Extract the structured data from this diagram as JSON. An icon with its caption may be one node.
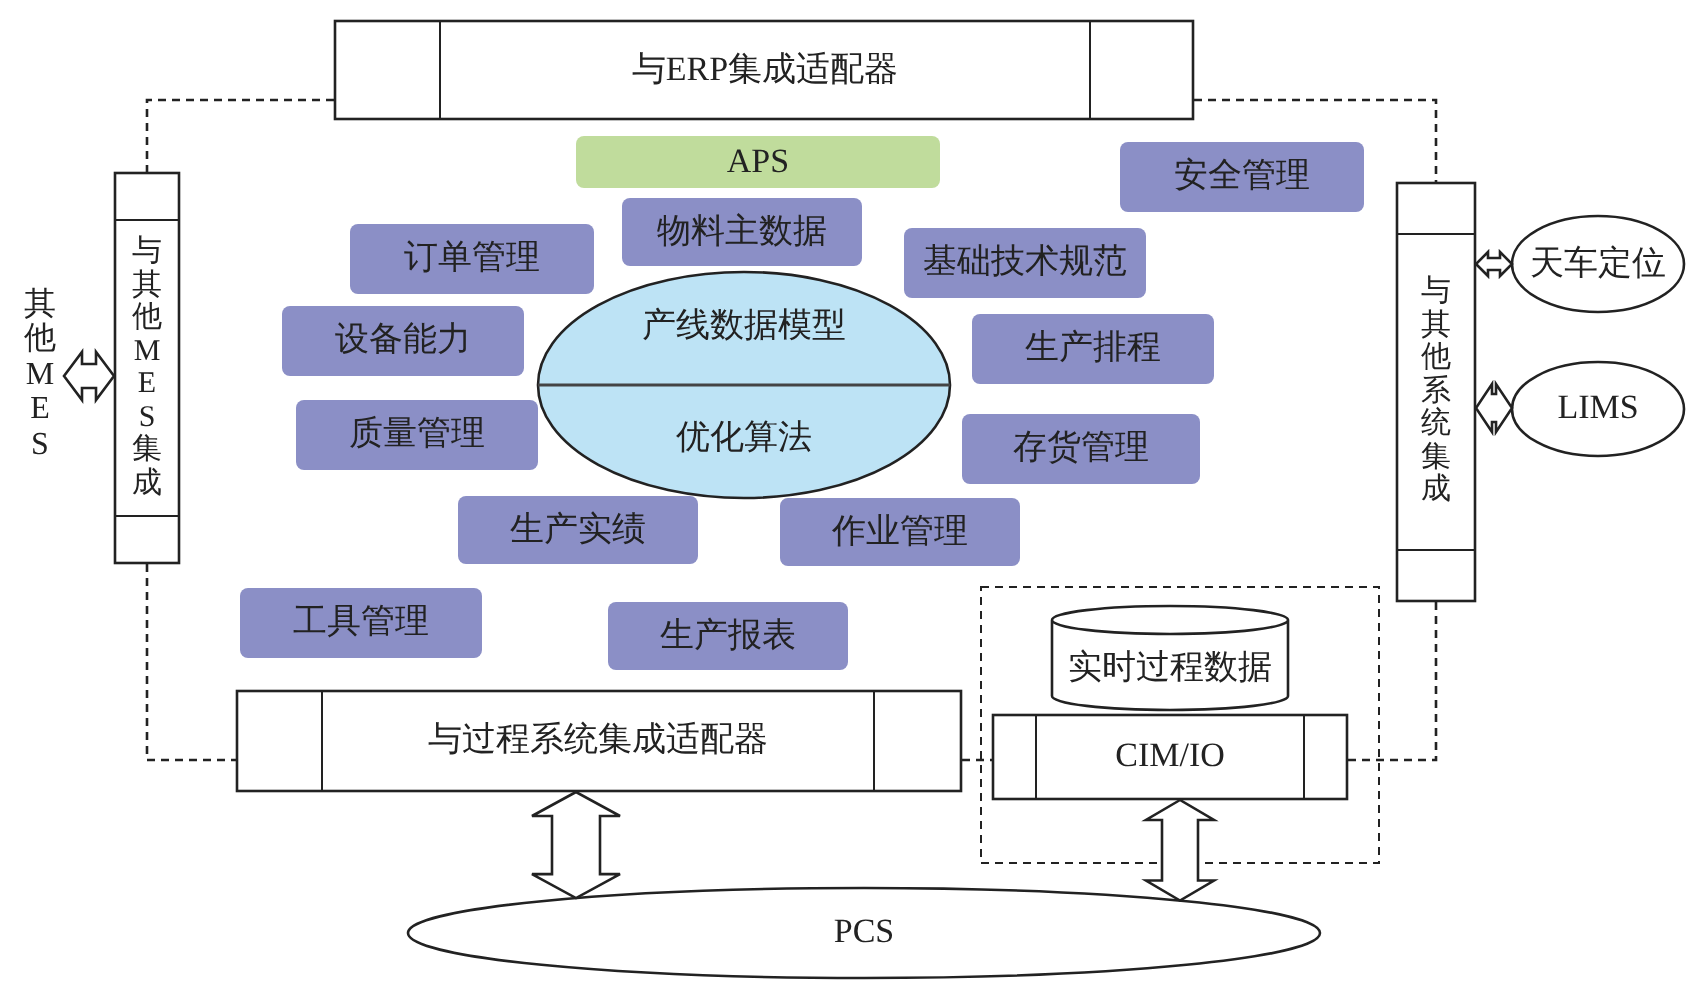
{
  "diagram": {
    "nodes": [
      {
        "text": [
          "与ERP集成适配器"
        ]
      },
      {
        "text": [
          "APS"
        ]
      },
      {
        "text": [
          "安全管理"
        ]
      },
      {
        "text": [
          "物料主数据"
        ]
      },
      {
        "text": [
          "订单管理"
        ]
      },
      {
        "text": [
          "基础技术规范"
        ]
      },
      {
        "text": [
          "设备能力"
        ]
      },
      {
        "text": [
          "产线数据模型",
          "优化算法"
        ]
      },
      {
        "text": [
          "生产排程"
        ]
      },
      {
        "text": [
          "质量管理"
        ]
      },
      {
        "text": [
          "存货管理"
        ]
      },
      {
        "text": [
          "生产实绩"
        ]
      },
      {
        "text": [
          "作业管理"
        ]
      },
      {
        "text": [
          "工具管理"
        ]
      },
      {
        "text": [
          "生产报表"
        ]
      },
      {
        "text": [
          "与其他MES集成"
        ]
      },
      {
        "text": [
          "其他MES"
        ]
      },
      {
        "text": [
          "与其他系统集成"
        ]
      },
      {
        "text": [
          "天车定位"
        ]
      },
      {
        "text": [
          "LIMS"
        ]
      },
      {
        "text": [
          "与过程系统集成适配器"
        ]
      },
      {
        "text": [],
        "shape": "box"
      },
      {
        "text": [
          "实时过程数据"
        ],
        "in": 21
      },
      {
        "text": [
          "CIM/IO"
        ],
        "in": 21
      },
      {
        "text": [
          "PCS"
        ]
      }
    ],
    "edges": [
      {
        "from": 0,
        "to": 15,
        "arrow": "none",
        "style": "dashed"
      },
      {
        "from": 0,
        "to": 17,
        "arrow": "none",
        "style": "dashed"
      },
      {
        "from": 15,
        "to": 20,
        "arrow": "none",
        "style": "dashed"
      },
      {
        "from": 17,
        "to": 23,
        "arrow": "none",
        "style": "dashed"
      },
      {
        "from": 20,
        "to": 23,
        "arrow": "none",
        "style": "dashed"
      },
      {
        "from": 16,
        "to": 15,
        "arrow": "both"
      },
      {
        "from": 17,
        "to": 18,
        "arrow": "both"
      },
      {
        "from": 17,
        "to": 19,
        "arrow": "both"
      },
      {
        "from": 20,
        "to": 24,
        "arrow": "both"
      },
      {
        "from": 23,
        "to": 24,
        "arrow": "both"
      }
    ]
  }
}
